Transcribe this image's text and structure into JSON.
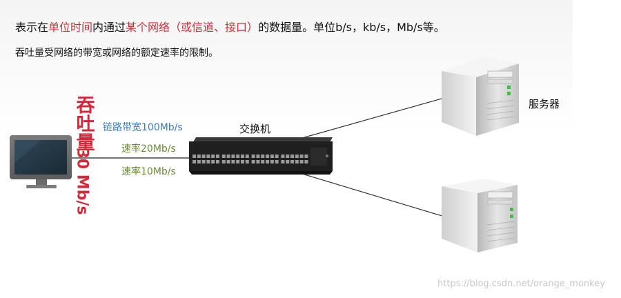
{
  "desc": {
    "p1_pre": "表示在",
    "p1_hl1": "单位时间",
    "p1_mid": "内通过",
    "p1_hl2": "某个网络（或信道、接口）",
    "p1_post": "的数据量。单位b/s，kb/s，Mb/s等。",
    "line2": "吞吐量受网络的带宽或网络的额定速率的限制。"
  },
  "throughput": {
    "label_chars": [
      "吞",
      "吐",
      "量"
    ],
    "value": "30 Mb/s"
  },
  "links": {
    "bandwidth": "链路带宽100Mb/s",
    "rate1": "速率20Mb/s",
    "rate2": "速率10Mb/s"
  },
  "switch_label": "交换机",
  "server_label": "服务器",
  "watermark": "https://blog.csdn.net/orange_monkey",
  "colors": {
    "highlight": "#c8323c",
    "throughput": "#d22a3a",
    "bandwidth_text": "#3d7ab8",
    "rate_text": "#6d8a3a"
  }
}
